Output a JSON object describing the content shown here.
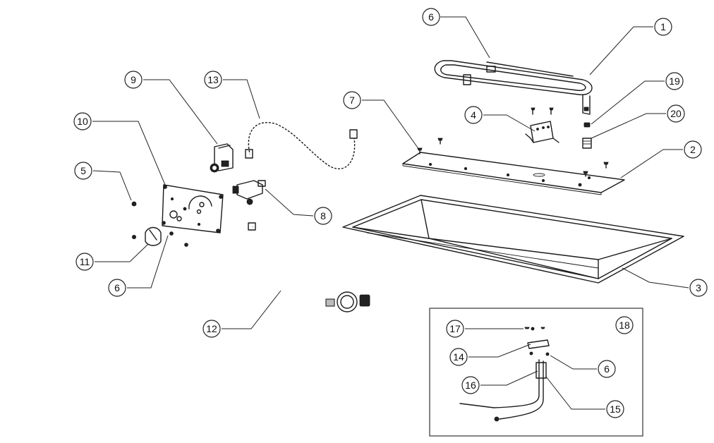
{
  "callouts": [
    {
      "id": "c1",
      "label": "1"
    },
    {
      "id": "c2",
      "label": "2"
    },
    {
      "id": "c3",
      "label": "3"
    },
    {
      "id": "c4",
      "label": "4"
    },
    {
      "id": "c5",
      "label": "5"
    },
    {
      "id": "c6a",
      "label": "6"
    },
    {
      "id": "c6b",
      "label": "6"
    },
    {
      "id": "c6c",
      "label": "6"
    },
    {
      "id": "c7",
      "label": "7"
    },
    {
      "id": "c8",
      "label": "8"
    },
    {
      "id": "c9",
      "label": "9"
    },
    {
      "id": "c10",
      "label": "10"
    },
    {
      "id": "c11",
      "label": "11"
    },
    {
      "id": "c12",
      "label": "12"
    },
    {
      "id": "c13",
      "label": "13"
    },
    {
      "id": "c14",
      "label": "14"
    },
    {
      "id": "c15",
      "label": "15"
    },
    {
      "id": "c16",
      "label": "16"
    },
    {
      "id": "c17",
      "label": "17"
    },
    {
      "id": "c18",
      "label": "18"
    },
    {
      "id": "c19",
      "label": "19"
    },
    {
      "id": "c20",
      "label": "20"
    }
  ]
}
